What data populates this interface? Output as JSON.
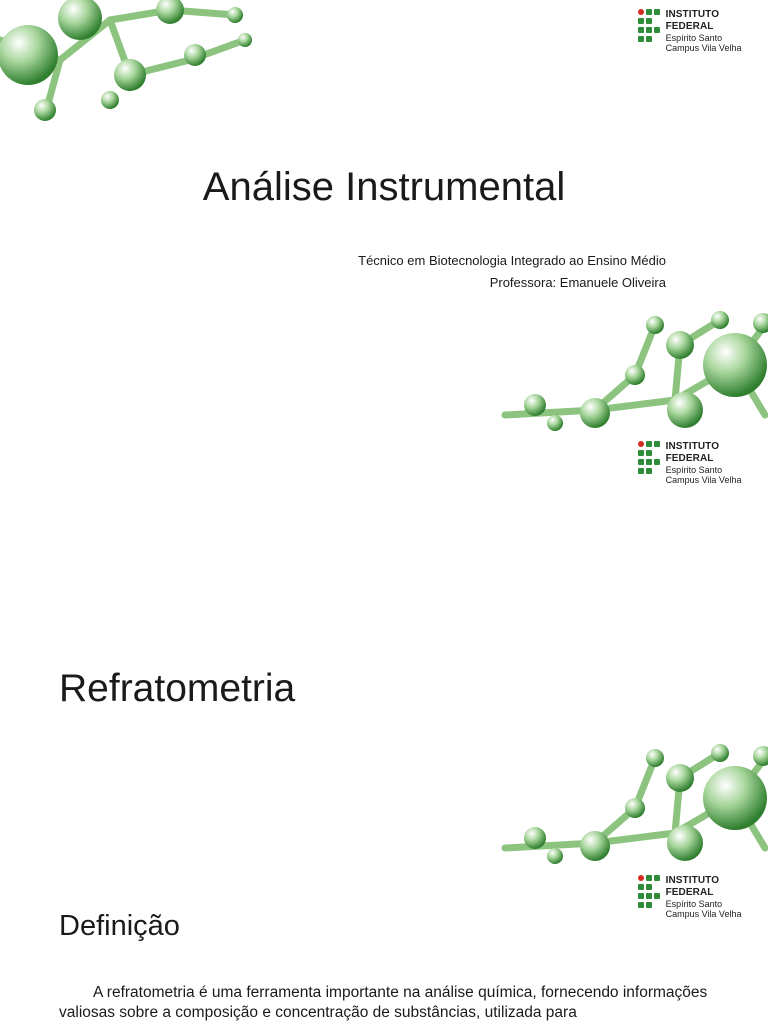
{
  "logo": {
    "institution": "INSTITUTO FEDERAL",
    "state": "Espírito Santo",
    "campus": "Campus Vila Velha"
  },
  "slide1": {
    "title": "Análise Instrumental",
    "course": "Técnico em Biotecnologia Integrado ao Ensino Médio",
    "teacher": "Professora: Emanuele Oliveira"
  },
  "slide2": {
    "title": "Refratometria"
  },
  "slide3": {
    "title": "Definição",
    "paragraph": "A refratometria é uma ferramenta importante na análise química, fornecendo informações valiosas sobre a composição e concentração de substâncias, utilizada para"
  },
  "colors": {
    "molecule_green": "#3f9a3f",
    "logo_green": "#2e8b38",
    "logo_red": "#d62b1f"
  }
}
